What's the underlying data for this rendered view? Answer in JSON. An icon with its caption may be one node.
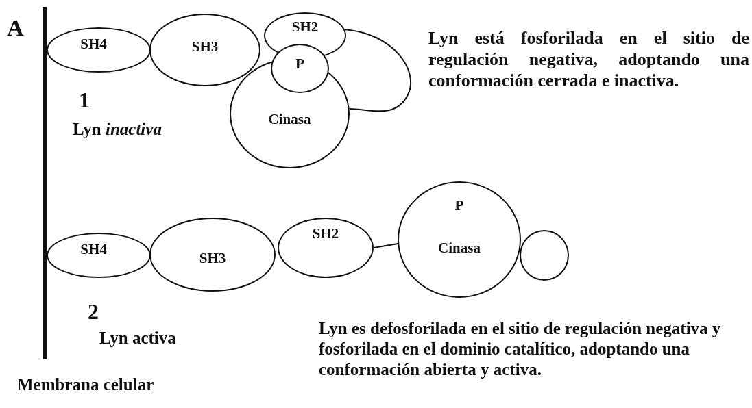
{
  "diagram": {
    "nodes": [
      {
        "text": [
          "SH4"
        ]
      },
      {
        "text": [
          "SH3"
        ]
      },
      {
        "text": [
          "SH2"
        ]
      },
      {
        "text": [
          "P"
        ]
      },
      {
        "text": [
          "Cinasa"
        ]
      },
      {
        "text": [
          "SH4"
        ]
      },
      {
        "text": [
          "SH3"
        ]
      },
      {
        "text": [
          "SH2"
        ]
      },
      {
        "text": [
          "P",
          "Cinasa"
        ]
      },
      {
        "text": [],
        "shape": "circle"
      }
    ],
    "edges": [
      {
        "from": 2,
        "to": 4,
        "arrow": "none"
      },
      {
        "from": 7,
        "to": 8,
        "arrow": "none"
      }
    ],
    "labels": [
      "A",
      "1",
      "Lyn *inactiva*",
      "Lyn está fosforilada en el sitio de regulación negativa, adoptando una conformación cerrada e inactiva.",
      "2",
      "Lyn activa",
      "Lyn es defosforilada en el sitio de regulación negativa y fosforilada en el dominio catalítico, adoptando una conformación abierta y activa.",
      "Membrana celular"
    ]
  }
}
